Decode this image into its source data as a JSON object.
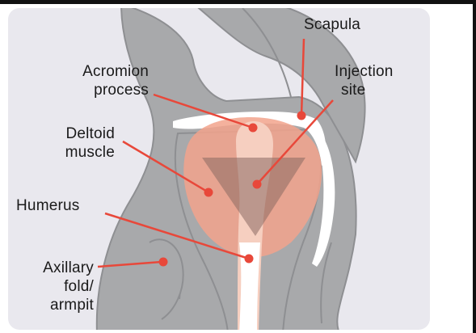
{
  "labels": {
    "scapula": "Scapula",
    "acromion_line1": "Acromion",
    "acromion_line2": "process",
    "injection_line1": "Injection",
    "injection_line2": "site",
    "deltoid_line1": "Deltoid",
    "deltoid_line2": "muscle",
    "humerus": "Humerus",
    "axillary_line1": "Axillary",
    "axillary_line2": "fold/",
    "axillary_line3": "armpit"
  },
  "colors": {
    "background": "#e9e8ee",
    "body": "#a8a9ab",
    "body_outline": "#8e8f92",
    "bone": "#ffffff",
    "deltoid": "#f2a38c",
    "injection_zone": "#8a6a62",
    "pointer": "#e8483a",
    "text": "#1a1a1a"
  }
}
